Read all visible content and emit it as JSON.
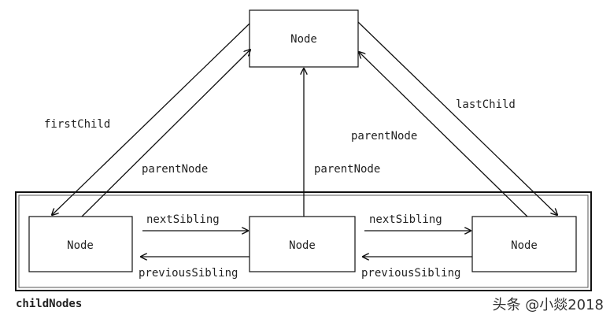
{
  "nodes": {
    "top": "Node",
    "left": "Node",
    "middle": "Node",
    "right": "Node"
  },
  "labels": {
    "first_child": "firstChild",
    "last_child": "lastChild",
    "parent_node_left": "parentNode",
    "parent_node_middle": "parentNode",
    "parent_node_right": "parentNode",
    "next_sibling_1": "nextSibling",
    "next_sibling_2": "nextSibling",
    "previous_sibling_1": "previousSibling",
    "previous_sibling_2": "previousSibling",
    "child_nodes": "childNodes"
  },
  "watermark": "头条 @小燚2018"
}
